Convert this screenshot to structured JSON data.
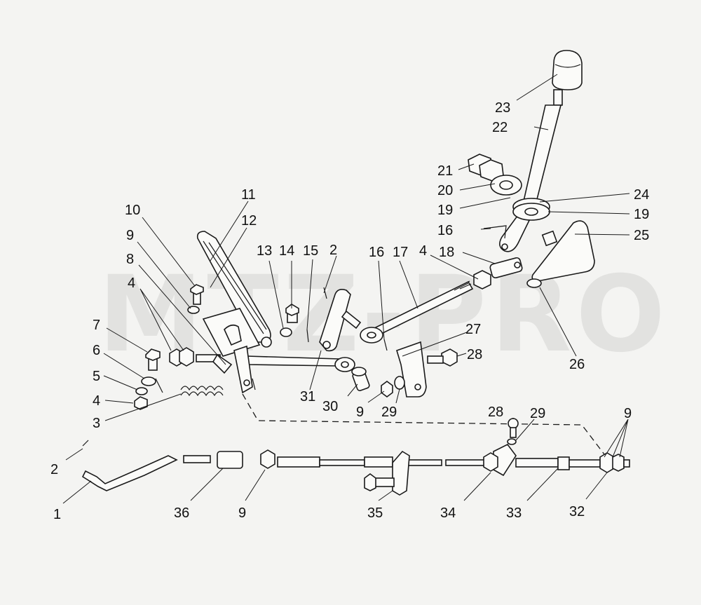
{
  "watermark": "MTZ-PRO",
  "callouts": [
    {
      "id": "c1",
      "text": "1"
    },
    {
      "id": "c2a",
      "text": "2"
    },
    {
      "id": "c2b",
      "text": "2"
    },
    {
      "id": "c3",
      "text": "3"
    },
    {
      "id": "c4a",
      "text": "4"
    },
    {
      "id": "c4b",
      "text": "4"
    },
    {
      "id": "c4c",
      "text": "4"
    },
    {
      "id": "c5",
      "text": "5"
    },
    {
      "id": "c6",
      "text": "6"
    },
    {
      "id": "c7",
      "text": "7"
    },
    {
      "id": "c8",
      "text": "8"
    },
    {
      "id": "c9a",
      "text": "9"
    },
    {
      "id": "c9b",
      "text": "9"
    },
    {
      "id": "c9c",
      "text": "9"
    },
    {
      "id": "c9d",
      "text": "9"
    },
    {
      "id": "c10",
      "text": "10"
    },
    {
      "id": "c11",
      "text": "11"
    },
    {
      "id": "c12",
      "text": "12"
    },
    {
      "id": "c13",
      "text": "13"
    },
    {
      "id": "c14",
      "text": "14"
    },
    {
      "id": "c15",
      "text": "15"
    },
    {
      "id": "c16a",
      "text": "16"
    },
    {
      "id": "c16b",
      "text": "16"
    },
    {
      "id": "c17",
      "text": "17"
    },
    {
      "id": "c18",
      "text": "18"
    },
    {
      "id": "c19a",
      "text": "19"
    },
    {
      "id": "c19b",
      "text": "19"
    },
    {
      "id": "c20",
      "text": "20"
    },
    {
      "id": "c21",
      "text": "21"
    },
    {
      "id": "c22",
      "text": "22"
    },
    {
      "id": "c23",
      "text": "23"
    },
    {
      "id": "c24",
      "text": "24"
    },
    {
      "id": "c25",
      "text": "25"
    },
    {
      "id": "c26",
      "text": "26"
    },
    {
      "id": "c27",
      "text": "27"
    },
    {
      "id": "c28a",
      "text": "28"
    },
    {
      "id": "c28b",
      "text": "28"
    },
    {
      "id": "c29a",
      "text": "29"
    },
    {
      "id": "c29b",
      "text": "29"
    },
    {
      "id": "c30",
      "text": "30"
    },
    {
      "id": "c31",
      "text": "31"
    },
    {
      "id": "c32",
      "text": "32"
    },
    {
      "id": "c33",
      "text": "33"
    },
    {
      "id": "c34",
      "text": "34"
    },
    {
      "id": "c35",
      "text": "35"
    },
    {
      "id": "c36",
      "text": "36"
    }
  ]
}
